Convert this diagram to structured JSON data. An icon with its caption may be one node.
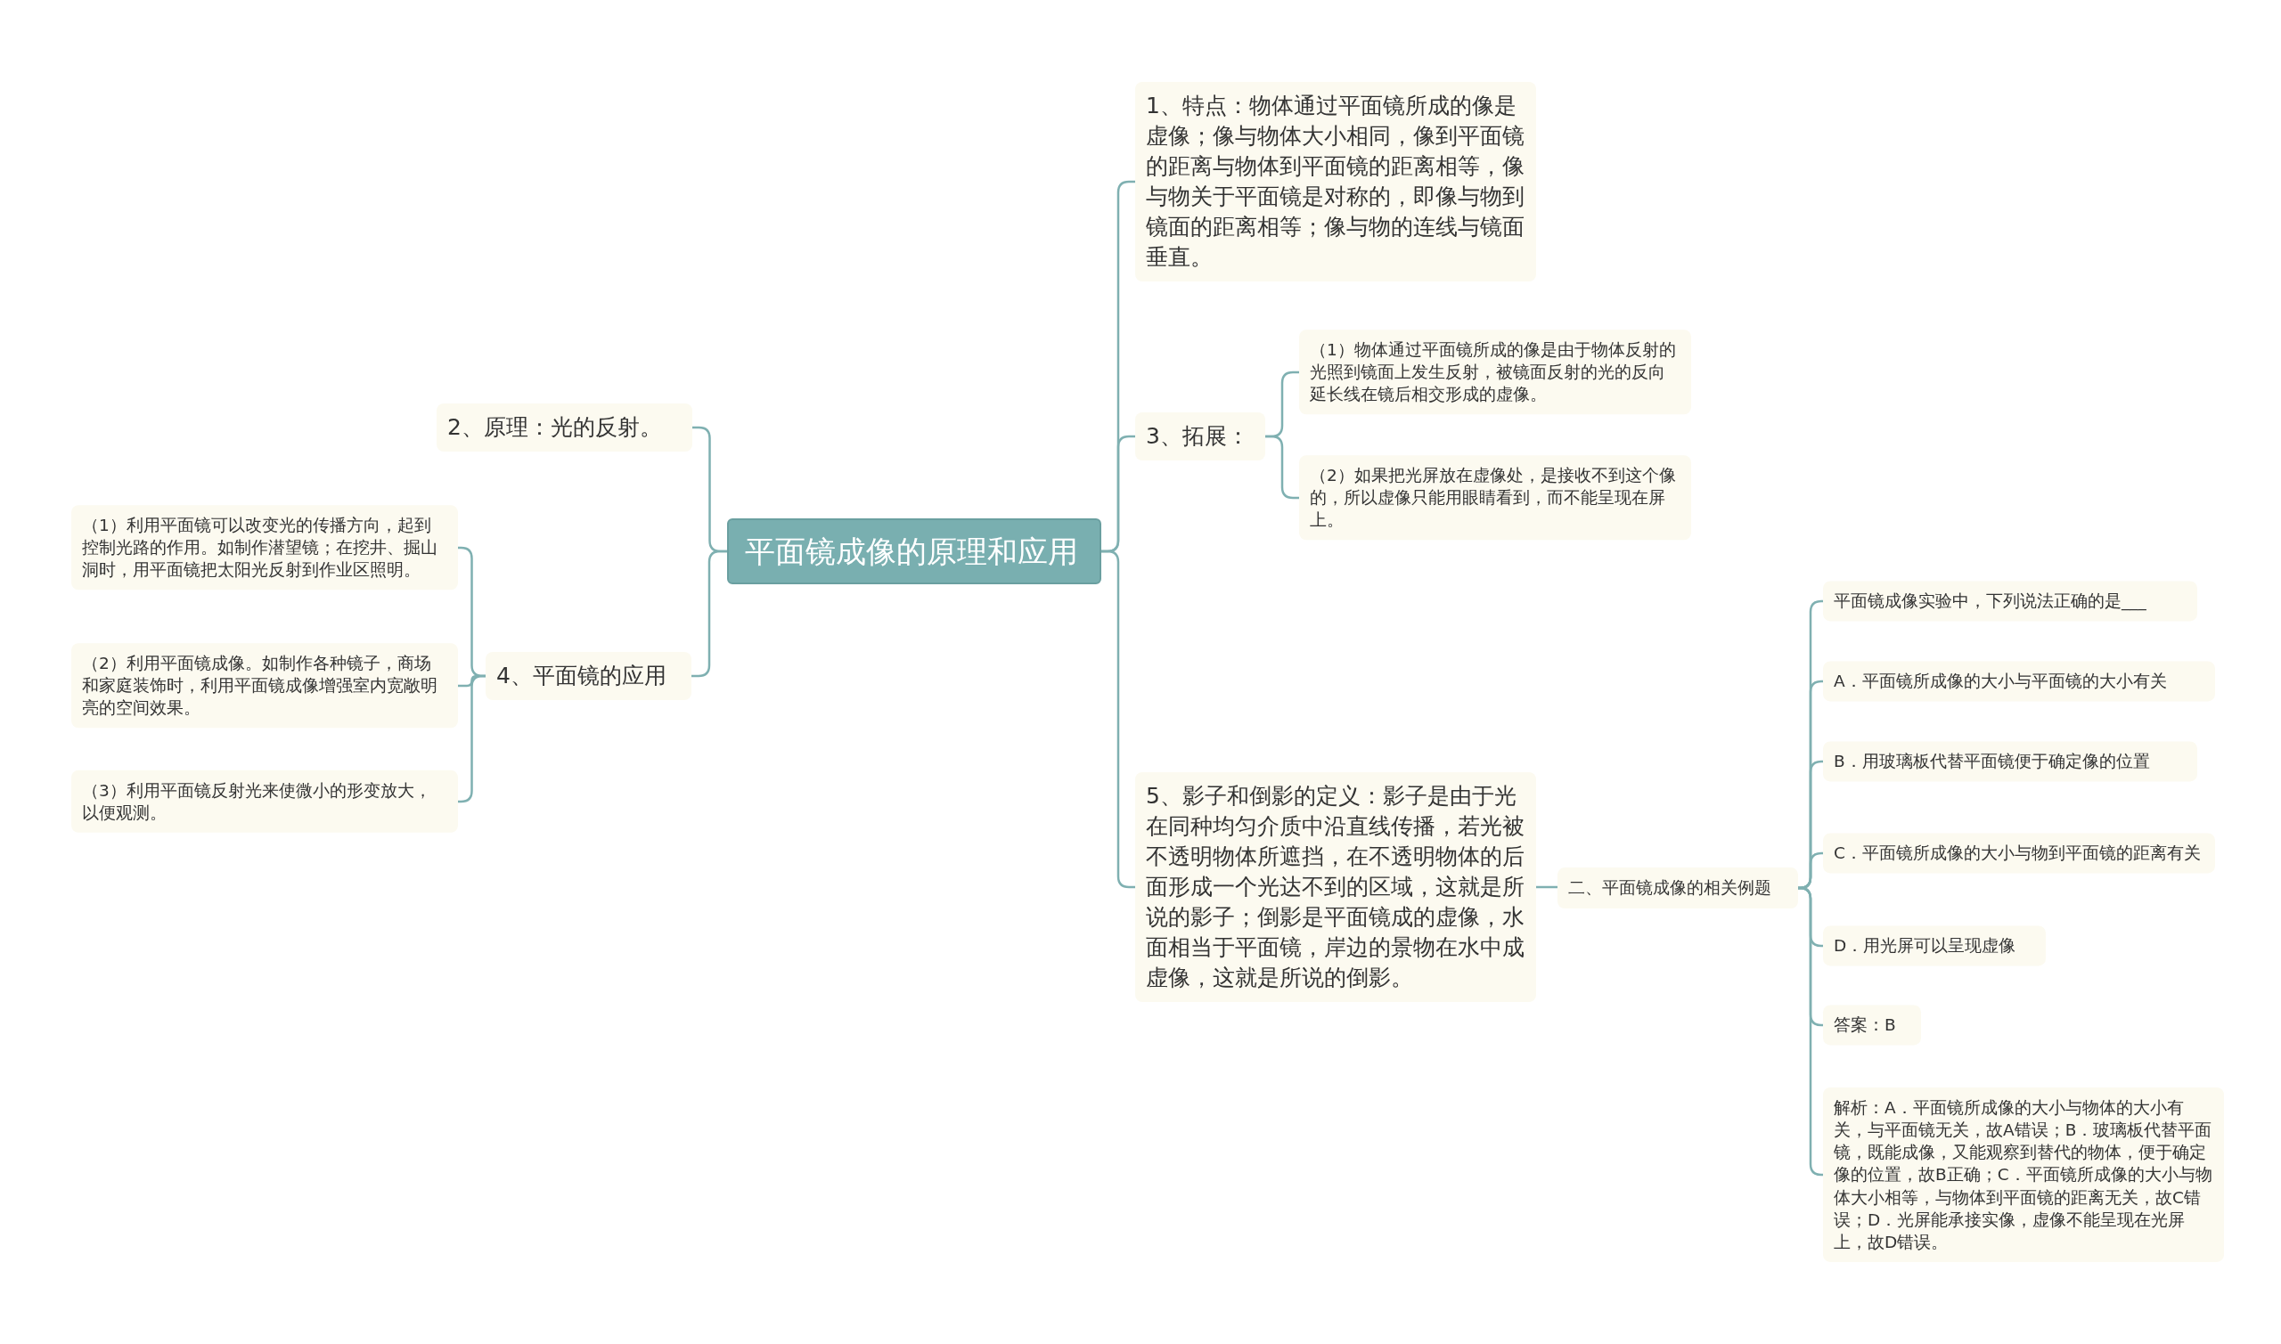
{
  "diagram": {
    "nodes": [
      {
        "text": [
          "平面镜成像的原理和应用"
        ]
      },
      {
        "text": [
          "1、特点：物体通过平面镜所成的像是虚像；像与物体大小相同，像到平面镜的距离与物体到平面镜的距离相等，像与物关于平面镜是对称的，即像与物到镜面的距离相等；像与物的连线与镜面垂直。"
        ]
      },
      {
        "text": [
          "2、原理：光的反射。"
        ]
      },
      {
        "text": [
          "3、拓展："
        ]
      },
      {
        "text": [
          "（1）物体通过平面镜所成的像是由于物体反射的光照到镜面上发生反射，被镜面反射的光的反向延长线在镜后相交形成的虚像。"
        ]
      },
      {
        "text": [
          "（2）如果把光屏放在虚像处，是接收不到这个像的，所以虚像只能用眼睛看到，而不能呈现在屏上。"
        ]
      },
      {
        "text": [
          "4、平面镜的应用"
        ]
      },
      {
        "text": [
          "（1）利用平面镜可以改变光的传播方向，起到控制光路的作用。如制作潜望镜；在挖井、掘山洞时，用平面镜把太阳光反射到作业区照明。"
        ]
      },
      {
        "text": [
          "（2）利用平面镜成像。如制作各种镜子，商场和家庭装饰时，利用平面镜成像增强室内宽敞明亮的空间效果。"
        ]
      },
      {
        "text": [
          "（3）利用平面镜反射光来使微小的形变放大，以便观测。"
        ]
      },
      {
        "text": [
          "5、影子和倒影的定义：影子是由于光在同种均匀介质中沿直线传播，若光被不透明物体所遮挡，在不透明物体的后面形成一个光达不到的区域，这就是所说的影子；倒影是平面镜成的虚像，水面相当于平面镜，岸边的景物在水中成虚像，这就是所说的倒影。"
        ]
      },
      {
        "text": [
          "二、平面镜成像的相关例题"
        ]
      },
      {
        "text": [
          "平面镜成像实验中，下列说法正确的是___"
        ]
      },
      {
        "text": [
          "A．平面镜所成像的大小与平面镜的大小有关"
        ]
      },
      {
        "text": [
          "B．用玻璃板代替平面镜便于确定像的位置"
        ]
      },
      {
        "text": [
          "C．平面镜所成像的大小与物到平面镜的距离有关"
        ]
      },
      {
        "text": [
          "D．用光屏可以呈现虚像"
        ]
      },
      {
        "text": [
          "答案：B"
        ]
      },
      {
        "text": [
          "解析：A．平面镜所成像的大小与物体的大小有关，与平面镜无关，故A错误；B．玻璃板代替平面镜，既能成像，又能观察到替代的物体，便于确定像的位置，故B正确；C．平面镜所成像的大小与物体大小相等，与物体到平面镜的距离无关，故C错误；D．光屏能承接实像，虚像不能呈现在光屏上，故D错误。"
        ]
      }
    ],
    "edges": [
      {
        "from": 0,
        "to": 1,
        "arrow": "none"
      },
      {
        "from": 0,
        "to": 2,
        "arrow": "none"
      },
      {
        "from": 0,
        "to": 3,
        "arrow": "none"
      },
      {
        "from": 3,
        "to": 4,
        "arrow": "none"
      },
      {
        "from": 3,
        "to": 5,
        "arrow": "none"
      },
      {
        "from": 0,
        "to": 6,
        "arrow": "none"
      },
      {
        "from": 6,
        "to": 7,
        "arrow": "none"
      },
      {
        "from": 6,
        "to": 8,
        "arrow": "none"
      },
      {
        "from": 6,
        "to": 9,
        "arrow": "none"
      },
      {
        "from": 0,
        "to": 10,
        "arrow": "none"
      },
      {
        "from": 10,
        "to": 11,
        "arrow": "none"
      },
      {
        "from": 11,
        "to": 12,
        "arrow": "none"
      },
      {
        "from": 11,
        "to": 13,
        "arrow": "none"
      },
      {
        "from": 11,
        "to": 14,
        "arrow": "none"
      },
      {
        "from": 11,
        "to": 15,
        "arrow": "none"
      },
      {
        "from": 11,
        "to": 16,
        "arrow": "none"
      },
      {
        "from": 11,
        "to": 17,
        "arrow": "none"
      },
      {
        "from": 11,
        "to": 18,
        "arrow": "none"
      }
    ]
  }
}
